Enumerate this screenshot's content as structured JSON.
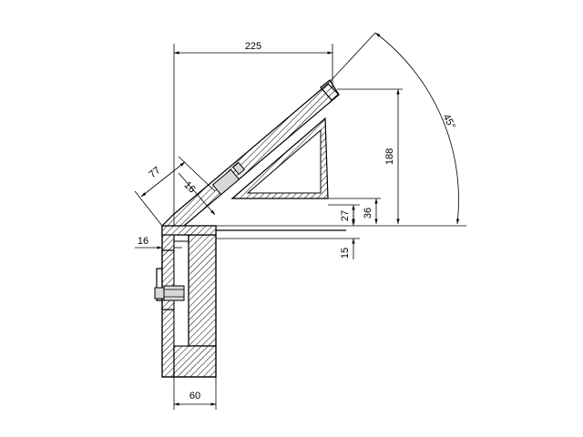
{
  "dimensions": {
    "top_width": "225",
    "height_188": "188",
    "height_36": "36",
    "height_27": "27",
    "height_15": "15",
    "left_16": "16",
    "bottom_60": "60",
    "slant_77": "77",
    "slant_16": "16",
    "angle": "45°"
  }
}
